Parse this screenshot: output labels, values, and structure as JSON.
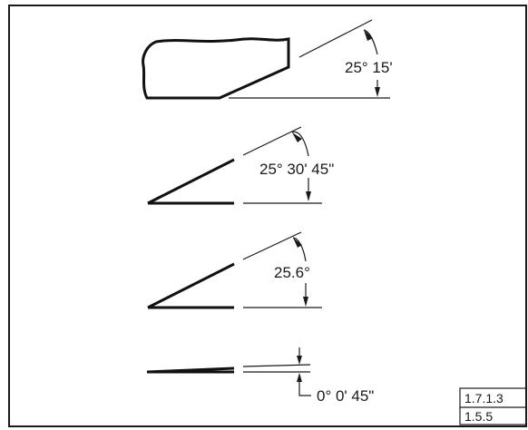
{
  "figure": {
    "angle_labels": {
      "first": "25° 15'",
      "second": "25° 30' 45\"",
      "third": "25.6°",
      "fourth": "0° 0' 45\""
    },
    "reference_table": {
      "rows": [
        "1.7.1.3",
        "1.5.5"
      ]
    }
  }
}
